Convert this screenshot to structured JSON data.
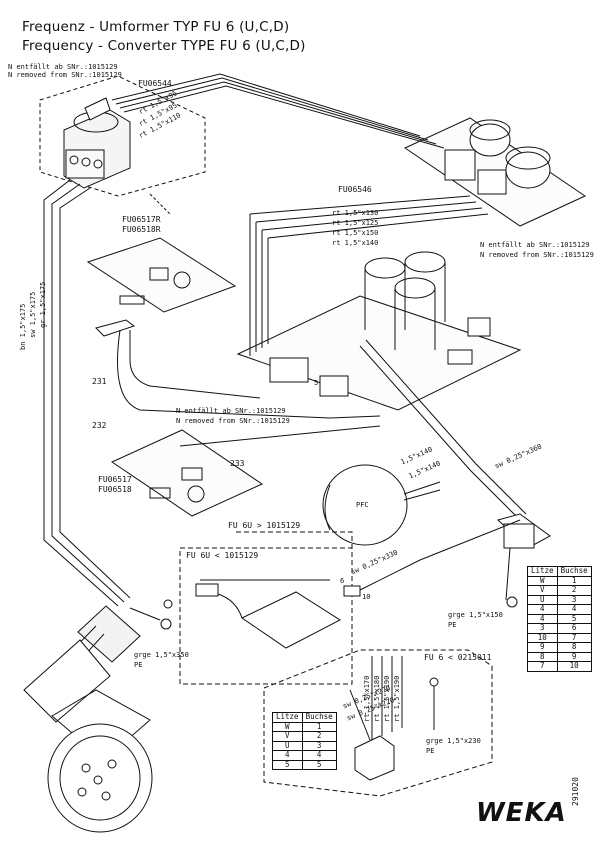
{
  "title_de": "Frequenz - Umformer TYP FU 6 (U,C,D)",
  "title_en": "Frequency - Converter TYPE FU 6 (U,C,D)",
  "notes": {
    "top_left_de": "N entfällt ab SNr.:1015129",
    "top_left_en": "N removed from SNr.:1015129",
    "right_de": "N entfällt ab SNr.:1015129",
    "right_en": "N removed from SNr.:1015129",
    "mid_de": "N entfällt ab SNr.:1015129",
    "mid_en": "N removed from SNr.:1015129"
  },
  "parts": {
    "switch": "FU06544",
    "wire_set": "FU06546",
    "board_top_a": "FU06517R",
    "board_top_b": "FU06518R",
    "board_low_a": "FU06517",
    "board_low_b": "FU06518",
    "cap": "PFC",
    "fu_gt": "FU 6U > 1015129",
    "fu_lt": "FU 6U < 1015129",
    "fu_lt2": "FU 6 < 0215011"
  },
  "refs": {
    "r231": "231",
    "r232": "232",
    "r233": "233",
    "r10": "10",
    "r6": "6",
    "r5": "5"
  },
  "wires": {
    "sw_top": [
      "rt 1,5\"x95",
      "rt 1,5\"x95",
      "rt 1,5\"x110"
    ],
    "rt_set": [
      "rt 1,5\"x130",
      "rt 1,5\"x125",
      "rt 1,5\"x150",
      "rt 1,5\"x140"
    ],
    "left_vert": [
      "bn 1,5\"x175",
      "sw 1,5\"x175",
      "gr 1,5\"x175"
    ],
    "pfc": [
      "1,5\"x140",
      "1,5\"x140"
    ],
    "sw_right": "sw 0,25\"x360",
    "sw_mid": "sw 0,25\"x330",
    "pe_left": "grge 1,5\"x350",
    "pe_left_lbl": "PE",
    "pe_right": "grge 1,5\"x150",
    "pe_right_lbl": "PE",
    "pe_bottom": "grge 1,5\"x230",
    "pe_bottom_lbl": "PE",
    "bottom_rt": [
      "rt 1,5\"x170",
      "rt 1,5\"x180",
      "rt 1,5\"x190",
      "rt 1,5\"x190"
    ],
    "bottom_sw": [
      "sw 0,25\"x270",
      "sw 0,25\"x220"
    ]
  },
  "table_right": {
    "headers": [
      "Litze",
      "Buchse"
    ],
    "rows": [
      [
        "W",
        "1"
      ],
      [
        "V",
        "2"
      ],
      [
        "U",
        "3"
      ],
      [
        "4",
        "4"
      ],
      [
        "4",
        "5"
      ],
      [
        "3",
        "6"
      ],
      [
        "10",
        "7"
      ],
      [
        "9",
        "8"
      ],
      [
        "8",
        "9"
      ],
      [
        "7",
        "10"
      ]
    ]
  },
  "table_bottom": {
    "headers": [
      "Litze",
      "Buchse"
    ],
    "rows": [
      [
        "W",
        "1"
      ],
      [
        "V",
        "2"
      ],
      [
        "U",
        "3"
      ],
      [
        "4",
        "4"
      ],
      [
        "5",
        "5"
      ]
    ]
  },
  "drawing_no": "291020",
  "logo": "WEKA"
}
